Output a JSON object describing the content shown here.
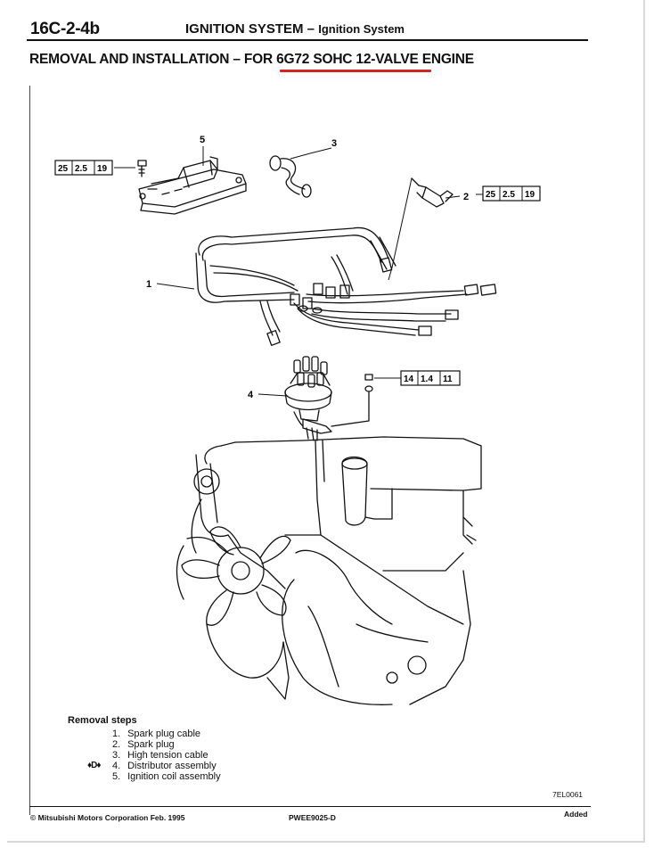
{
  "header": {
    "page_id": "16C-2-4b",
    "title": "IGNITION SYSTEM",
    "dash": " – ",
    "subtitle": "Ignition System"
  },
  "section": {
    "title": "REMOVAL AND INSTALLATION – FOR 6G72 SOHC 12-VALVE ENGINE",
    "accent_color": "#d42424"
  },
  "diagram": {
    "callouts": [
      "1",
      "2",
      "3",
      "4",
      "5"
    ],
    "torque_specs": [
      {
        "item": "5",
        "values": [
          "25",
          "2.5",
          "19"
        ]
      },
      {
        "item": "2",
        "values": [
          "25",
          "2.5",
          "19"
        ]
      },
      {
        "item": "4",
        "values": [
          "14",
          "1.4",
          "11"
        ]
      }
    ]
  },
  "removal": {
    "title": "Removal steps",
    "steps": [
      {
        "num": "1.",
        "label": "Spark plug cable",
        "mark": ""
      },
      {
        "num": "2.",
        "label": "Spark plug",
        "mark": ""
      },
      {
        "num": "3.",
        "label": "High tension cable",
        "mark": ""
      },
      {
        "num": "4.",
        "label": "Distributor assembly",
        "mark": "♦D♦"
      },
      {
        "num": "5.",
        "label": "Ignition coil assembly",
        "mark": ""
      }
    ]
  },
  "footer": {
    "figure_code": "7EL0061",
    "copyright": "© Mitsubishi Motors Corporation  Feb. 1995",
    "doc_code": "PWEE9025-D",
    "status": "Added"
  }
}
